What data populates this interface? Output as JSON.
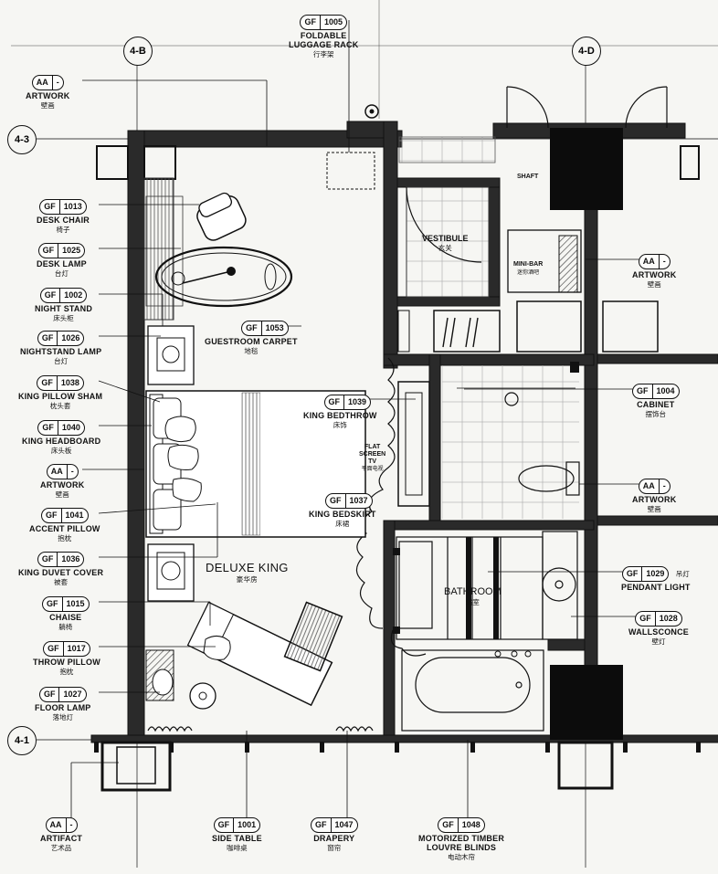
{
  "grid_lines": {
    "col_b": "4-B",
    "col_d": "4-D",
    "row_3": "4-3",
    "row_1": "4-1"
  },
  "rooms": {
    "main": {
      "name": "DELUXE KING",
      "name_cn": "豪华房"
    },
    "vestibule": {
      "name": "VESTIBULE",
      "name_cn": "玄关"
    },
    "bathroom": {
      "name": "BATHROOM",
      "name_cn": "浴室"
    },
    "shaft": {
      "name": "SHAFT"
    },
    "minibar": {
      "name": "MINI-BAR",
      "name_cn": "迷你酒吧"
    },
    "tv": {
      "line1": "FLAT",
      "line2": "SCREEN",
      "line3": "TV",
      "cn": "平面电视"
    }
  },
  "tags": {
    "luggage_rack": {
      "code": "GF",
      "num": "1005",
      "name_line1": "FOLDABLE",
      "name_line2": "LUGGAGE RACK",
      "cn": "行李架"
    },
    "artwork_top": {
      "code": "AA",
      "num": "-",
      "name": "ARTWORK",
      "cn": "壁画"
    },
    "desk_chair": {
      "code": "GF",
      "num": "1013",
      "name": "DESK CHAIR",
      "cn": "椅子"
    },
    "desk_lamp": {
      "code": "GF",
      "num": "1025",
      "name": "DESK LAMP",
      "cn": "台灯"
    },
    "night_stand": {
      "code": "GF",
      "num": "1002",
      "name": "NIGHT STAND",
      "cn": "床头柜"
    },
    "nightstand_lamp": {
      "code": "GF",
      "num": "1026",
      "name": "NIGHTSTAND LAMP",
      "cn": "台灯"
    },
    "pillow_sham": {
      "code": "GF",
      "num": "1038",
      "name": "KING PILLOW SHAM",
      "cn": "枕头套"
    },
    "headboard": {
      "code": "GF",
      "num": "1040",
      "name": "KING HEADBOARD",
      "cn": "床头板"
    },
    "artwork_left": {
      "code": "AA",
      "num": "-",
      "name": "ARTWORK",
      "cn": "壁画"
    },
    "accent_pillow": {
      "code": "GF",
      "num": "1041",
      "name": "ACCENT PILLOW",
      "cn": "抱枕"
    },
    "duvet_cover": {
      "code": "GF",
      "num": "1036",
      "name": "KING DUVET COVER",
      "cn": "被套"
    },
    "chaise": {
      "code": "GF",
      "num": "1015",
      "name": "CHAISE",
      "cn": "躺椅"
    },
    "throw_pillow": {
      "code": "GF",
      "num": "1017",
      "name": "THROW PILLOW",
      "cn": "抱枕"
    },
    "floor_lamp": {
      "code": "GF",
      "num": "1027",
      "name": "FLOOR LAMP",
      "cn": "落地灯"
    },
    "carpet": {
      "code": "GF",
      "num": "1053",
      "name": "GUESTROOM CARPET",
      "cn": "地毯"
    },
    "bedthrow": {
      "code": "GF",
      "num": "1039",
      "name": "KING BEDTHROW",
      "cn": "床饰"
    },
    "bedskirt": {
      "code": "GF",
      "num": "1037",
      "name": "KING BEDSKIRT",
      "cn": "床裙"
    },
    "artwork_right_top": {
      "code": "AA",
      "num": "-",
      "name": "ARTWORK",
      "cn": "壁画"
    },
    "cabinet": {
      "code": "GF",
      "num": "1004",
      "name": "CABINET",
      "cn": "摆饰台"
    },
    "artwork_right_mid": {
      "code": "AA",
      "num": "-",
      "name": "ARTWORK",
      "cn": "壁画"
    },
    "pendant_light": {
      "code": "GF",
      "num": "1029",
      "name": "PENDANT LIGHT",
      "cn": "吊灯"
    },
    "wallsconce": {
      "code": "GF",
      "num": "1028",
      "name": "WALLSCONCE",
      "cn": "壁灯"
    },
    "artifact": {
      "code": "AA",
      "num": "-",
      "name": "ARTIFACT",
      "cn": "艺术品"
    },
    "side_table": {
      "code": "GF",
      "num": "1001",
      "name": "SIDE TABLE",
      "cn": "咖啡桌"
    },
    "drapery": {
      "code": "GF",
      "num": "1047",
      "name": "DRAPERY",
      "cn": "窗帘"
    },
    "blinds": {
      "code": "GF",
      "num": "1048",
      "name_line1": "MOTORIZED TIMBER",
      "name_line2": "LOUVRE BLINDS",
      "cn": "电动木帘"
    }
  }
}
